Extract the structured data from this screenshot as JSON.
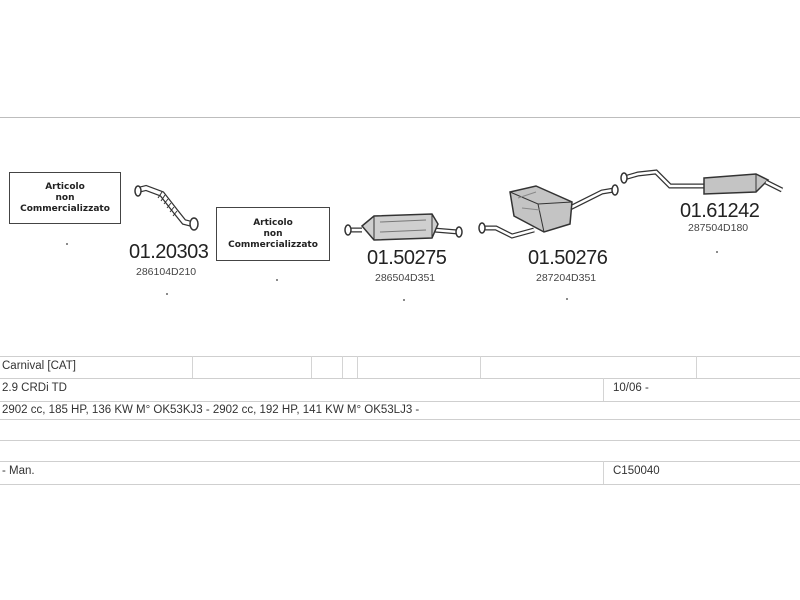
{
  "notices": [
    {
      "line1": "Articolo",
      "line2": "non",
      "line3": "Commercializzato"
    },
    {
      "line1": "Articolo",
      "line2": "non",
      "line3": "Commercializzato"
    }
  ],
  "parts": [
    {
      "code": "01.20303",
      "oem": "286104D210",
      "icon": "exhaust-flex-pipe-icon"
    },
    {
      "code": "01.50275",
      "oem": "286504D351",
      "icon": "catalytic-converter-icon"
    },
    {
      "code": "01.50276",
      "oem": "287204D351",
      "icon": "center-muffler-icon"
    },
    {
      "code": "01.61242",
      "oem": "287504D180",
      "icon": "rear-muffler-icon"
    }
  ],
  "vehicle": {
    "model": "Carnival  [CAT]",
    "engine": "2.9 CRDi TD",
    "date_from": "10/06 -",
    "specs": "2902 cc, 185 HP, 136 KW M° OK53KJ3 - 2902 cc, 192 HP, 141 KW M° OK53LJ3 -",
    "transmission": "- Man.",
    "catalog_code": "C150040"
  }
}
